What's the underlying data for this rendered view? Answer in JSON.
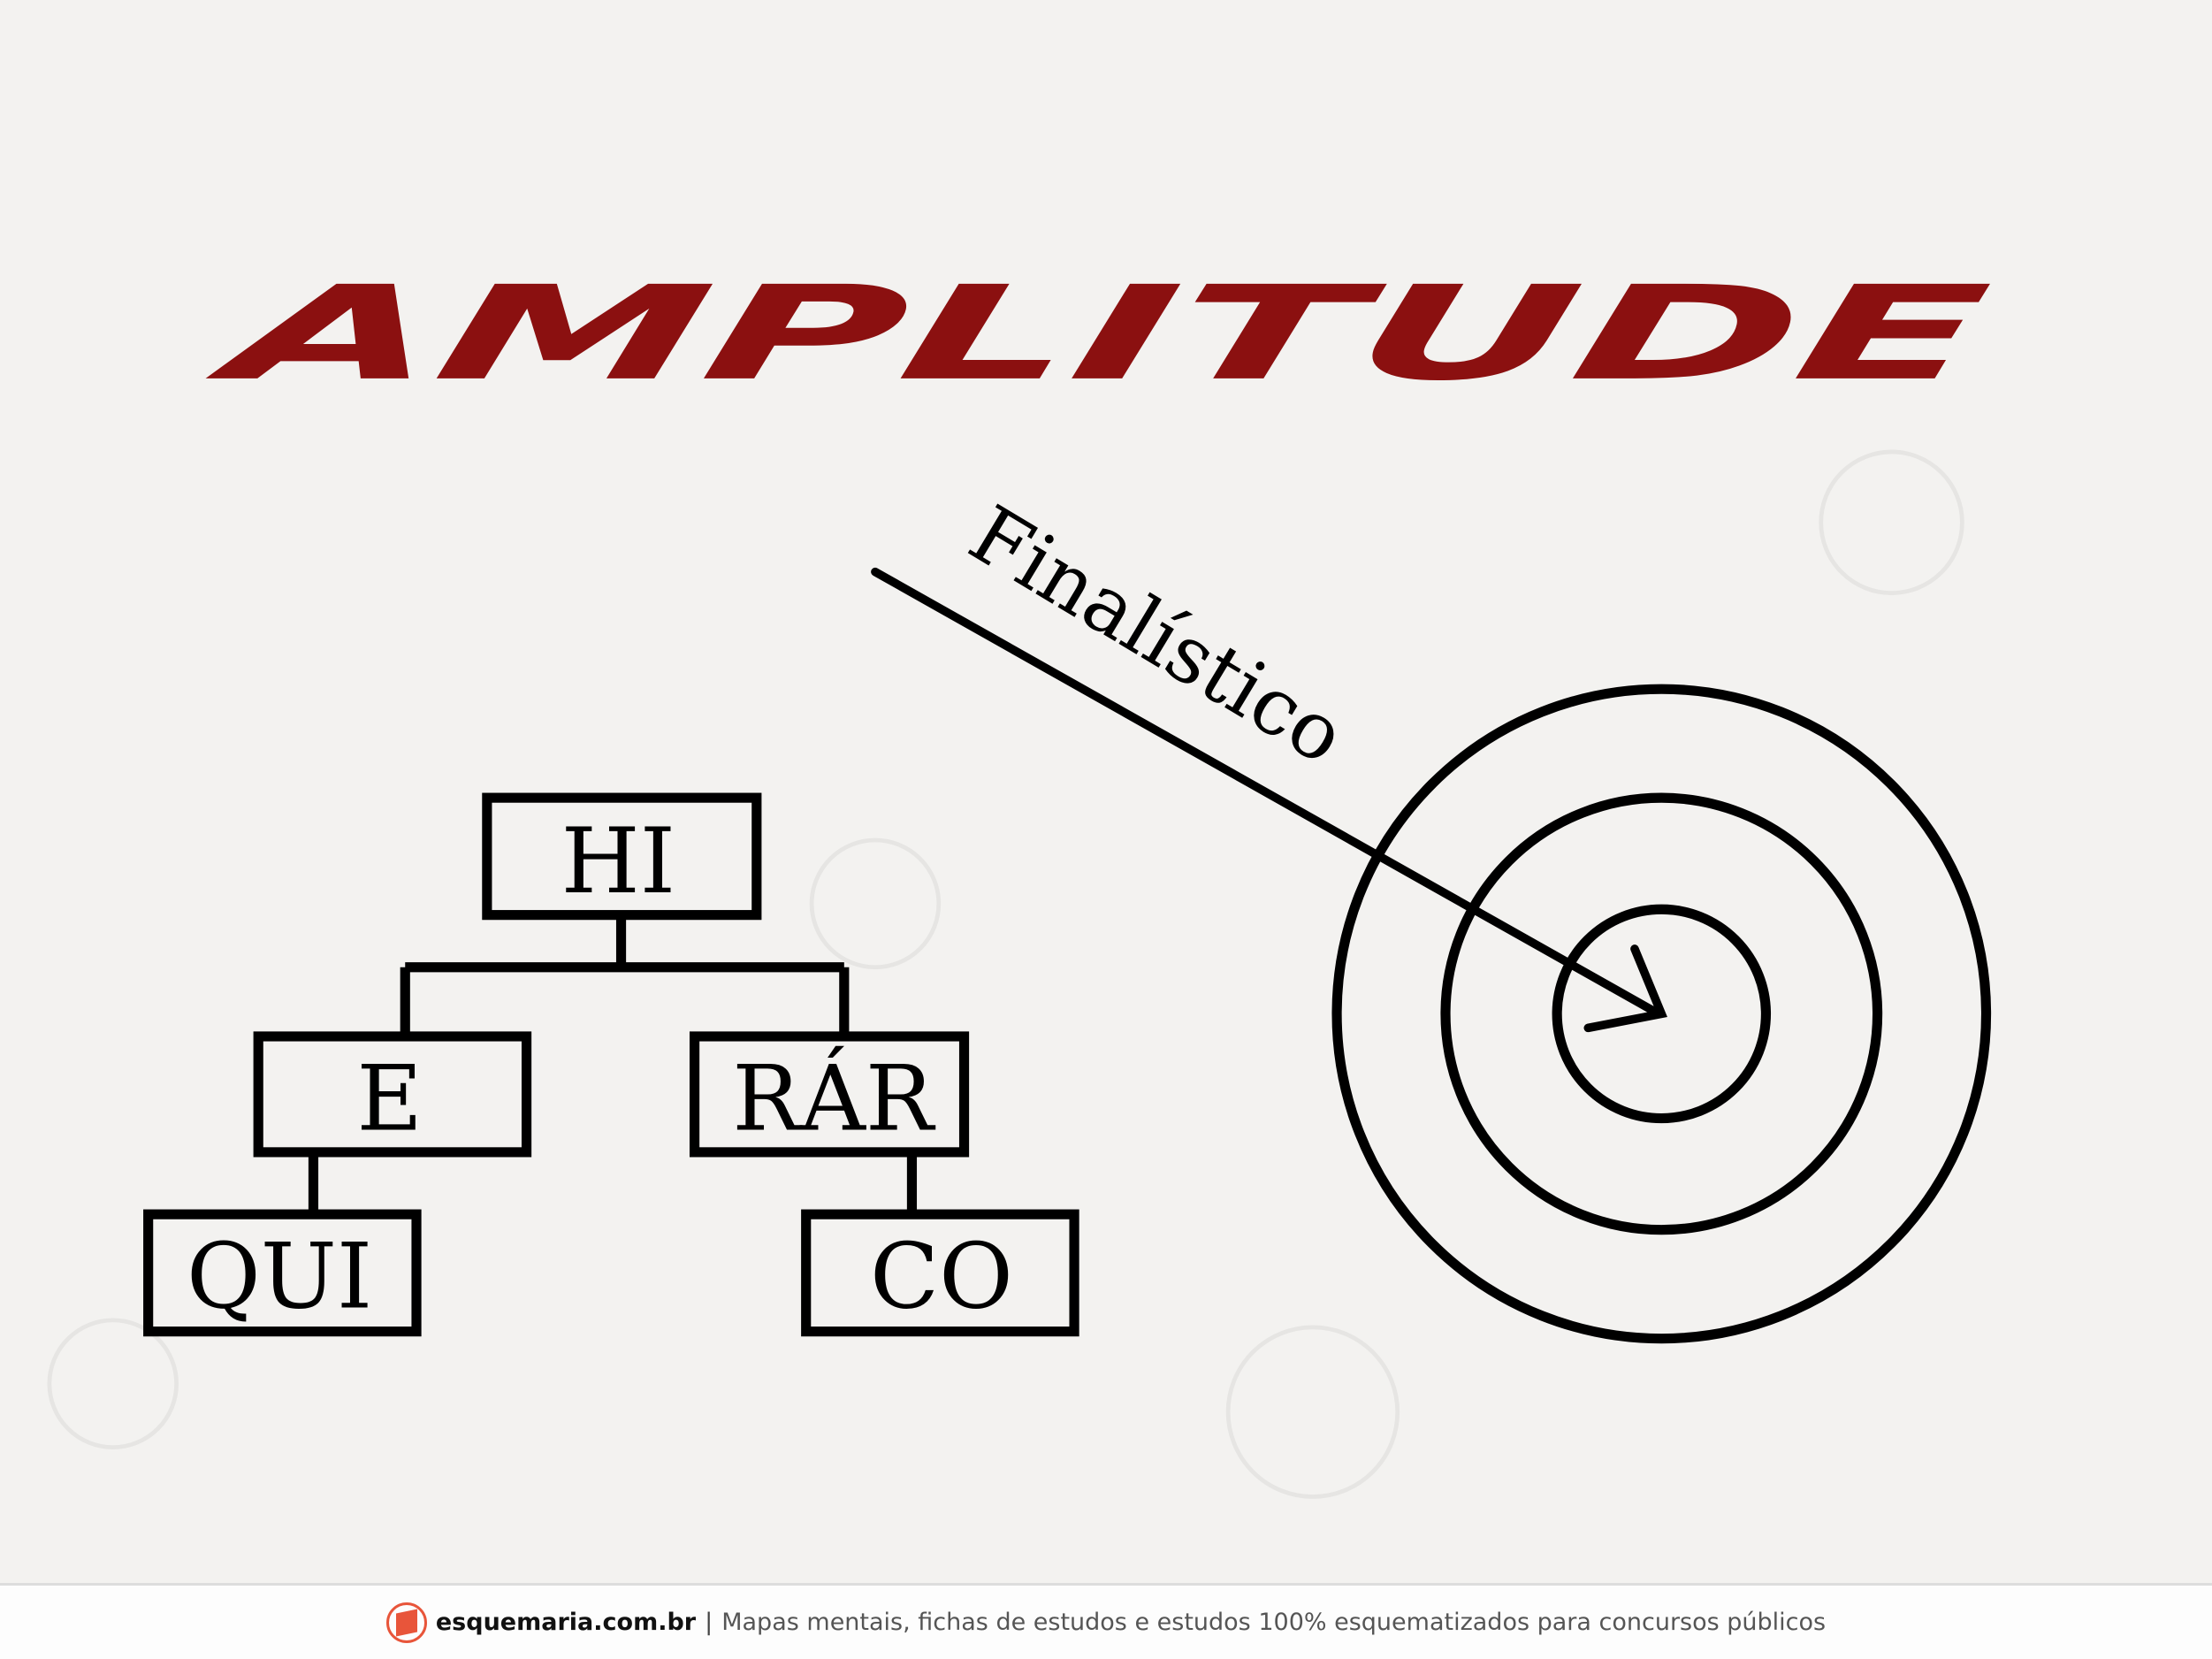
{
  "title": "AMPLITUDE",
  "hierarchy": {
    "top": "HI",
    "left": "E",
    "right": "RÁR",
    "left_child": "QUI",
    "right_child": "CO"
  },
  "arrow_label": "Finalístico",
  "footer": {
    "brand": "esquemaria.com.br",
    "separator": "|",
    "tagline": "Mapas mentais, fichas de estudos e estudos 100% esquematizados para concursos públicos"
  },
  "colors": {
    "title": "#8b1010",
    "ink": "#000000",
    "logo": "#e8553a"
  }
}
